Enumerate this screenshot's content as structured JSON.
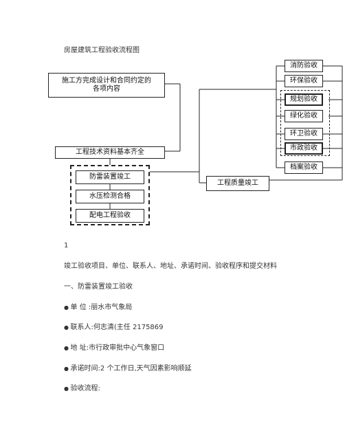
{
  "page": {
    "title": "房屋建筑工程验收流程图"
  },
  "flowchart": {
    "design_box": "施工方完成设计和合同约定的\n各项内容",
    "tech_box": "工程技术资料基本齐全",
    "sub_items": [
      "防雷装置竣工",
      "水压检测合格",
      "配电工程验收"
    ],
    "quality_box": "工程质量竣工",
    "acceptance_items": [
      "消防验收",
      "环保验收",
      "规划验收",
      "绿化验收",
      "环卫验收",
      "市政验收",
      "档案验收"
    ]
  },
  "body": {
    "page_number": "1",
    "intro": "竣工验收项目、单位、联系人、地址、承诺时间、验收程序和提交材料",
    "section_title": "一、防雷装置竣工验收",
    "bullets": [
      "单 位 :丽水市气象局",
      "联系人:何志清(主任 2175869",
      "地 址:市行政审批中心气象窗口",
      "承诺时间:2 个工作日,天气因素影响顺延",
      "验收流程:"
    ]
  }
}
